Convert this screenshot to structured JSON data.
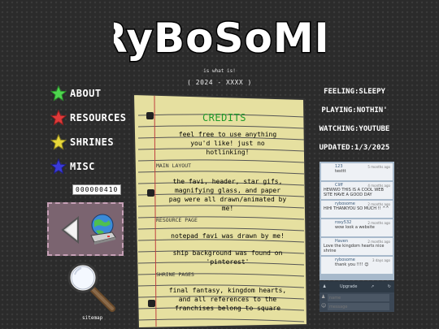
{
  "header": {
    "logo_text": "RyBoSoME",
    "tagline": "is what is!",
    "years": "( 2024 - XXXX )"
  },
  "nav": {
    "items": [
      {
        "label": "ABOUT",
        "color": "#4fd64f"
      },
      {
        "label": "RESOURCES",
        "color": "#e03a3a"
      },
      {
        "label": "SHRINES",
        "color": "#e8d83a"
      },
      {
        "label": "MISC",
        "color": "#3a3ad8"
      }
    ],
    "counter": "000000410",
    "sitemap_label": "sitemap",
    "icons": [
      "back-arrow-icon",
      "globe-computer-icon",
      "magnifier-icon"
    ]
  },
  "notepad": {
    "title": "CREDITS",
    "intro": [
      "feel free to use anything",
      "you'd like! just no",
      "hotlinking!"
    ],
    "sections": [
      {
        "header": "MAIN LAYOUT",
        "lines": [
          "the favi, header, star gifs,",
          "magnifying glass, and paper",
          "pag were all drawn/animated by",
          "me!"
        ]
      },
      {
        "header": "RESOURCE PAGE",
        "lines": [
          "notepad favi was drawn by me!",
          "",
          "ship background was found on",
          "'pinterest'"
        ]
      },
      {
        "header": "SHRINE PAGES",
        "lines": [
          "final fantasy, kingdom hearts,",
          "and all references to the",
          "franchises belong to square"
        ]
      }
    ]
  },
  "status": {
    "feeling": "FEELING:SLEEPY",
    "playing": "PLAYING:NOTHIN'",
    "watching": "WATCHING:YOUTUBE",
    "updated": "UPDATED:1/3/2025"
  },
  "chat": {
    "messages": [
      {
        "name": "123",
        "time": "5 months ago",
        "text": "testtt"
      },
      {
        "name": "Cliff",
        "time": "4 months ago",
        "text": "HEWWO THIS IS A COOL WEB SITE HAVE A GOOD DAY"
      },
      {
        "name": "rybosome",
        "time": "2 months ago",
        "text": "HIHI THANKYOU SO MUCH !! ^^"
      },
      {
        "name": "roxy532",
        "time": "2 months ago",
        "text": "wow look a website"
      },
      {
        "name": "Haven",
        "time": "2 months ago",
        "text": "Love the kingdom hearts nice shrine"
      },
      {
        "name": "rybosome",
        "time": "3 days ago",
        "text": "thank you !!!! 😊"
      }
    ],
    "toolbar_label": "Upgrade",
    "name_placeholder": "name",
    "message_placeholder": "message"
  }
}
